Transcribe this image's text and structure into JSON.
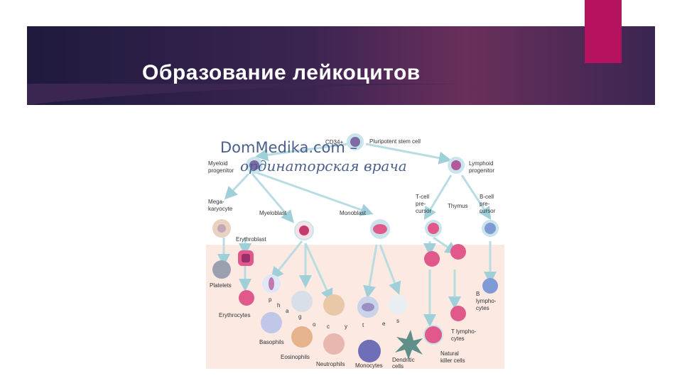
{
  "slide": {
    "title": "Образование лейкоцитов"
  },
  "watermark": {
    "line1": "DomMedika.com –",
    "line2": "ординаторская врача"
  },
  "diagram": {
    "top_marker": "CD34+",
    "labels": {
      "pluripotent": "Pluripotent stem cell",
      "myeloid_1": "Myeloid",
      "myeloid_2": "progenitor",
      "lymphoid_1": "Lymphoid",
      "lymphoid_2": "progenitor",
      "mega_1": "Mega-",
      "mega_2": "karyocyte",
      "myeloblast": "Myeloblast",
      "monoblast": "Monoblast",
      "tcell_1": "T-cell",
      "tcell_2": "pre-",
      "tcell_3": "cursor",
      "thymus": "Thymus",
      "bcell_1": "B-cell",
      "bcell_2": "pre-",
      "bcell_3": "cursor",
      "erythroblast": "Erythroblast",
      "platelets": "Platelets",
      "erythrocytes": "Erythrocytes",
      "blymph_1": "B",
      "blymph_2": "lympho-",
      "blymph_3": "cytes",
      "tlymph_1": "T lympho-",
      "tlymph_2": "cytes",
      "basophils": "Basophils",
      "eosinophils": "Eosinophils",
      "neutrophils": "Neutrophils",
      "monocytes": "Monocytes",
      "dendritic_1": "Dendritic",
      "dendritic_2": "cells",
      "nk_1": "Natural",
      "nk_2": "killer cells",
      "phago": [
        "p",
        "h",
        "a",
        "g",
        "o",
        "c",
        "y",
        "t",
        "e",
        "s"
      ]
    }
  },
  "colors": {
    "accent": "#b5135f",
    "header_dark": "#1f1a3d",
    "header_mid": "#6a2f5c",
    "arrow": "#b9dce3",
    "cell_pink": "#e0598a",
    "cell_blue": "#7f9bd6"
  }
}
